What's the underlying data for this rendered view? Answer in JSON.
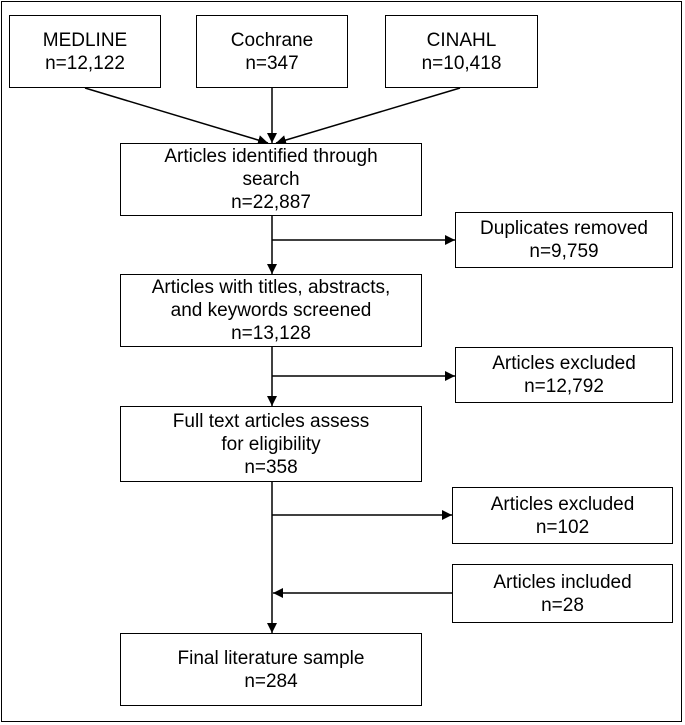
{
  "sources": [
    {
      "name": "MEDLINE",
      "count": "n=12,122"
    },
    {
      "name": "Cochrane",
      "count": "n=347"
    },
    {
      "name": "CINAHL",
      "count": "n=10,418"
    }
  ],
  "identified": {
    "line1": "Articles identified through",
    "line2": "search",
    "count": "n=22,887"
  },
  "duplicates": {
    "label": "Duplicates removed",
    "count": "n=9,759"
  },
  "screened": {
    "line1": "Articles with titles, abstracts,",
    "line2": "and keywords screened",
    "count": "n=13,128"
  },
  "excluded_screening": {
    "label": "Articles excluded",
    "count": "n=12,792"
  },
  "fulltext": {
    "line1": "Full text articles assess",
    "line2": "for eligibility",
    "count": "n=358"
  },
  "excluded_fulltext": {
    "label": "Articles excluded",
    "count": "n=102"
  },
  "included": {
    "label": "Articles included",
    "count": "n=28"
  },
  "final": {
    "label": "Final literature sample",
    "count": "n=284"
  },
  "colors": {
    "stroke": "#000000",
    "background": "#ffffff"
  }
}
